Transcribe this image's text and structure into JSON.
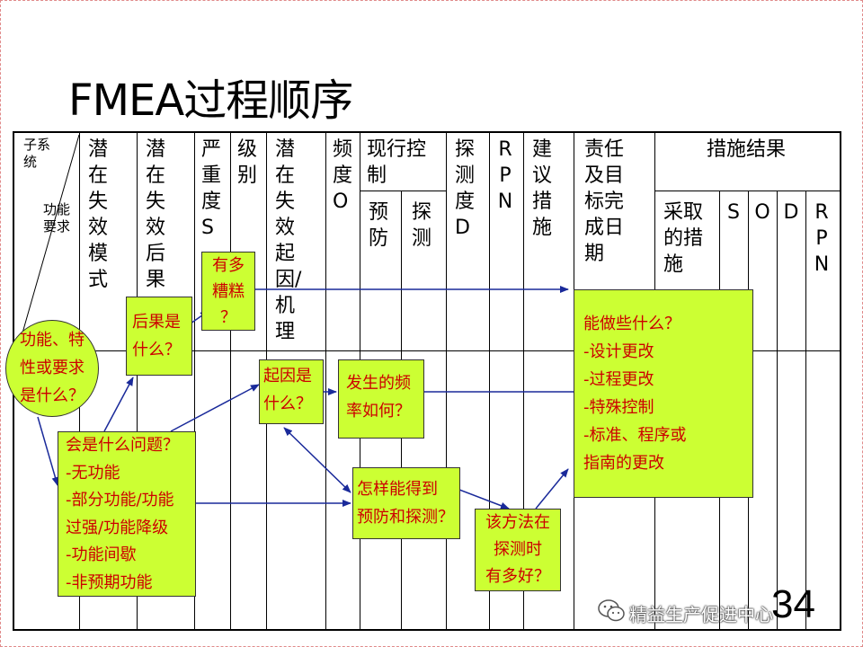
{
  "slide": {
    "title": "FMEA过程顺序",
    "page_number": "34"
  },
  "watermark": {
    "text": "精益生产促进中心"
  },
  "table": {
    "corner_top": "子系\n统",
    "corner_bottom": "功能\n要求",
    "columns": {
      "failure_mode": "潜\n在\n失\n效\n模\n式",
      "failure_effect": "潜\n在\n失\n效\n后\n果",
      "severity": "严\n重\n度\nS",
      "class": "级\n别",
      "cause": "潜\n在\n失\n效\n起\n因/\n机\n理",
      "occurrence": "频\n度\nO",
      "current_controls": "现行控\n制",
      "prevention": "预\n防",
      "detection_ctrl": "探\n测",
      "detection": "探\n测\n度\nD",
      "rpn": "R\nP\nN",
      "recommended_actions": "建\n议\n措\n施",
      "responsibility": "责任\n及目\n标完\n成日\n期",
      "action_results": "措施结果",
      "actions_taken": "采取\n的措\n施",
      "s": "S",
      "o": "O",
      "d": "D",
      "rpn2": "R\nP\nN"
    }
  },
  "callouts": {
    "function_question": "功能、特\n性或要求\n是什么？",
    "effects_question": "后果是\n什么？",
    "how_bad": "有多\n糟糕\n？",
    "causes_question": "起因是\n什么？",
    "frequency_question": "发生的频\n率如何？",
    "what_can_go_wrong": "会是什么问题？\n-无功能\n-部分功能/功能\n过强/功能降级\n-功能间歇\n-非预期功能",
    "prevent_detect": "怎样能得到\n预防和探测？",
    "detection_quality": "该方法在\n探测时\n有多好？",
    "what_can_be_done": "能做些什么？\n-设计更改\n-过程更改\n-特殊控制\n-标准、程序或\n指南的更改"
  },
  "colors": {
    "callout_fill": "#ccff33",
    "callout_text": "#cc0000",
    "arrow": "#1a2a9a"
  }
}
